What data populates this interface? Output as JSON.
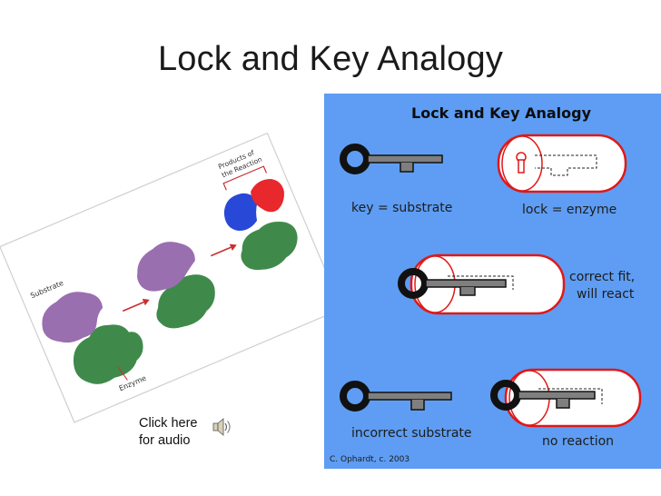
{
  "slide": {
    "title": "Lock and Key Analogy"
  },
  "left_diagram": {
    "labels": {
      "substrate": "Substrate",
      "enzyme": "Enzyme",
      "products_line1": "Products of",
      "products_line2": "the Reaction"
    },
    "colors": {
      "substrate": "#9a6fb0",
      "enzyme": "#3f8a4a",
      "product_a": "#2848d8",
      "product_b": "#e8282c",
      "arrow": "#c83030"
    }
  },
  "right_diagram": {
    "title": "Lock and Key Analogy",
    "captions": {
      "key": "key = substrate",
      "lock": "lock = enzyme",
      "fit_line1": "correct fit,",
      "fit_line2": "will react",
      "incorrect": "incorrect substrate",
      "no_reaction": "no reaction"
    },
    "credit": "C. Ophardt, c. 2003",
    "colors": {
      "background": "#5e9df3",
      "key_ring": "#111111",
      "key_shaft": "#7f7f7f",
      "lock_body": "#ffffff",
      "lock_outline": "#e01818"
    }
  },
  "audio": {
    "line1": "Click here",
    "line2": "for audio"
  }
}
